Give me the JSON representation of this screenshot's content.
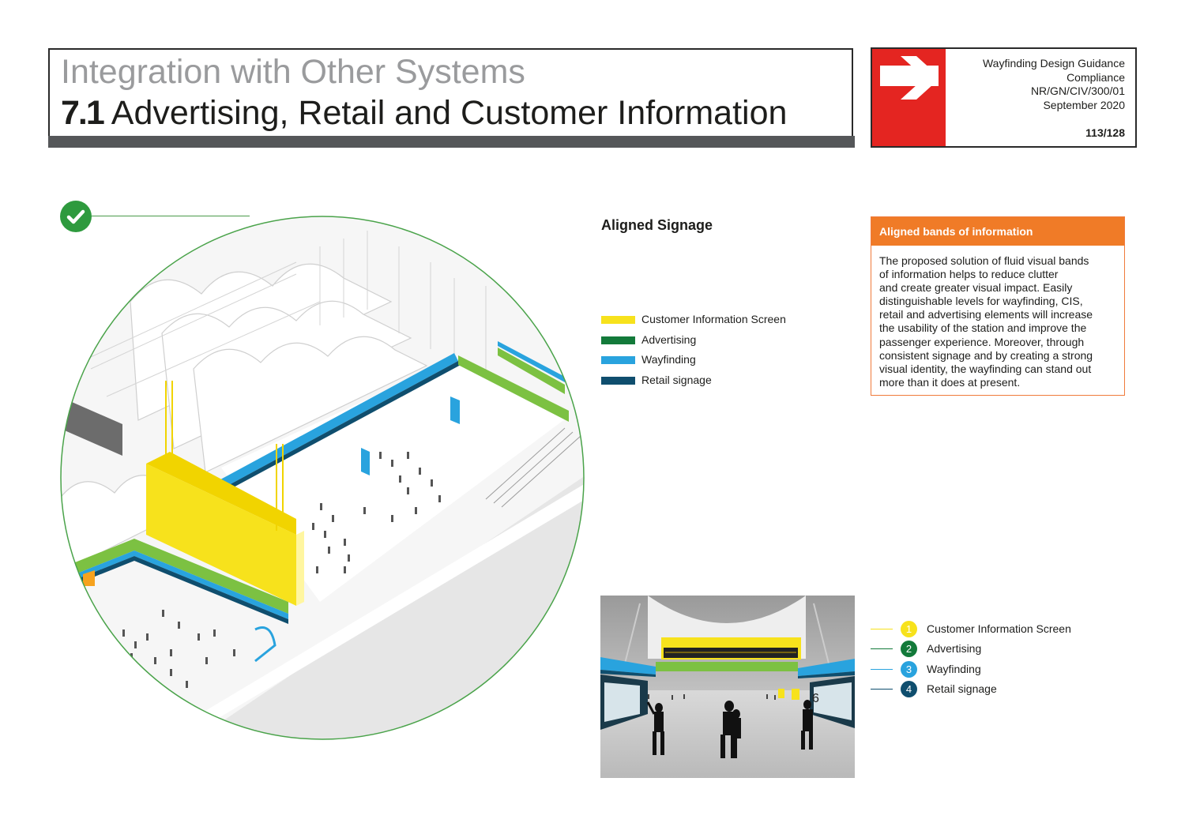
{
  "header": {
    "section_title": "Integration with Other Systems",
    "page_number_label": "7.1",
    "page_title": "Advertising, Retail and Customer Information"
  },
  "meta": {
    "doc_title": "Wayfinding Design Guidance",
    "doc_subtitle": "Compliance",
    "doc_ref": "NR/GN/CIV/300/01",
    "doc_date": "September 2020",
    "page": "113/128"
  },
  "main": {
    "heading": "Aligned Signage",
    "legend": [
      {
        "label": "Customer Information Screen",
        "color": "#f7e21c"
      },
      {
        "label": "Advertising",
        "color": "#137a3a"
      },
      {
        "label": "Wayfinding",
        "color": "#29a3de"
      },
      {
        "label": "Retail signage",
        "color": "#0f4e6e"
      }
    ]
  },
  "info": {
    "title": "Aligned bands of information",
    "lines": [
      "The proposed solution of fluid visual bands",
      "of information helps to reduce clutter",
      "and create greater visual impact. Easily",
      "distinguishable levels for wayfinding, CIS,",
      "retail and advertising elements will increase",
      "the usability of the station and improve the",
      "passenger experience. Moreover, through",
      "consistent signage and by creating a strong",
      "visual identity, the wayfinding can stand out",
      "more than it does at present."
    ]
  },
  "numbered_legend": [
    {
      "number": "1",
      "label": "Customer Information Screen",
      "color": "#f7e21c"
    },
    {
      "number": "2",
      "label": "Advertising",
      "color": "#137a3a"
    },
    {
      "number": "3",
      "label": "Wayfinding",
      "color": "#29a3de"
    },
    {
      "number": "4",
      "label": "Retail signage",
      "color": "#0f4e6e"
    }
  ],
  "photo": {
    "shop_number": "6"
  },
  "colors": {
    "brand_red": "#e42521",
    "accent_orange": "#f07b27",
    "check_green": "#2e9a3e"
  }
}
